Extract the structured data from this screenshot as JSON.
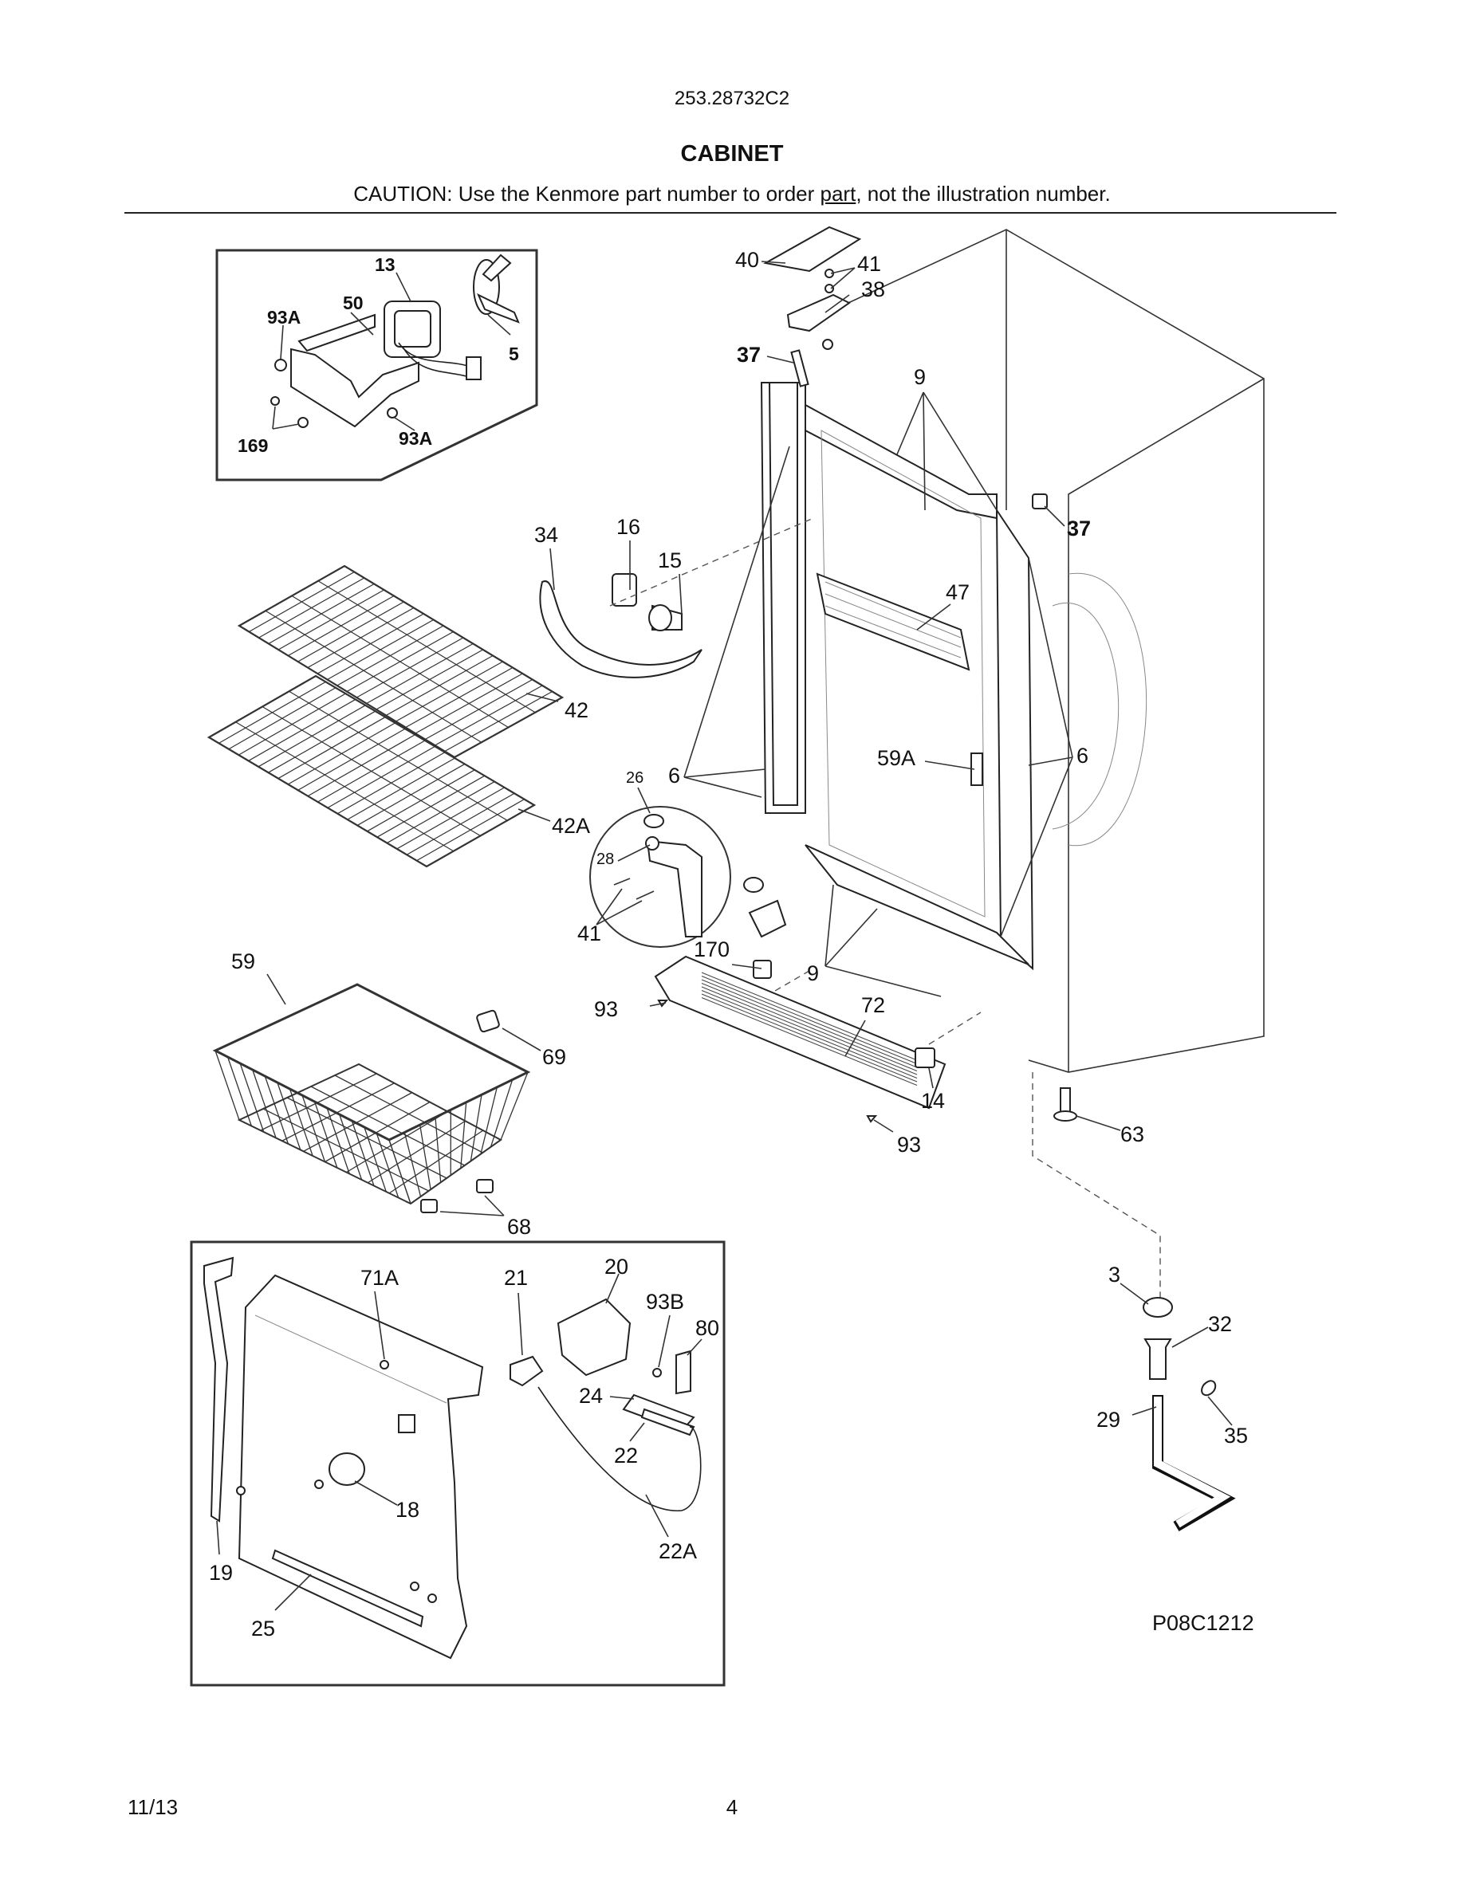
{
  "header": {
    "model_number": "253.28732C2",
    "section_title": "CABINET",
    "caution_before": "CAUTION: Use the Kenmore part number to order ",
    "caution_underlined": "part",
    "caution_after": ", not the illustration number."
  },
  "diagram": {
    "diagram_code": "P08C1212",
    "inset_fan_labels": {
      "l13": "13",
      "l50": "50",
      "l93a_top": "93A",
      "l5": "5",
      "l169": "169",
      "l93a_bottom": "93A"
    },
    "inset_hinge_labels": {
      "l26": "26",
      "l28": "28",
      "l41": "41"
    },
    "inset_drain_labels": {
      "l20": "20",
      "l71a": "71A",
      "l21": "21",
      "l93b": "93B",
      "l80": "80",
      "l24": "24",
      "l22": "22",
      "l18": "18",
      "l22a": "22A",
      "l19": "19",
      "l25": "25"
    },
    "main_labels": {
      "l40": "40",
      "l41": "41",
      "l38": "38",
      "l37_top": "37",
      "l9_top": "9",
      "l37_right": "37",
      "l34": "34",
      "l16": "16",
      "l15": "15",
      "l47": "47",
      "l42": "42",
      "l42a": "42A",
      "l6_left": "6",
      "l59a": "59A",
      "l6_right": "6",
      "l170": "170",
      "l9_bottom": "9",
      "l59": "59",
      "l93_top": "93",
      "l72": "72",
      "l69": "69",
      "l14": "14",
      "l93_bottom": "93",
      "l63": "63",
      "l68": "68",
      "l3": "3",
      "l32": "32",
      "l29": "29",
      "l35": "35"
    }
  },
  "footer": {
    "date": "11/13",
    "page_number": "4"
  }
}
